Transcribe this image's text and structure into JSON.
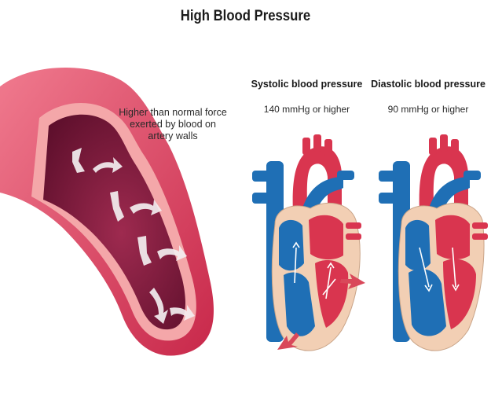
{
  "title": "High Blood Pressure",
  "artery": {
    "caption": "Higher than normal force exerted by blood on artery walls"
  },
  "systolic": {
    "heading": "Systolic blood pressure",
    "value": "140 mmHg or higher"
  },
  "diastolic": {
    "heading": "Diastolic blood pressure",
    "value": "90 mmHg or higher"
  },
  "colors": {
    "artery_outer": "#e0405e",
    "artery_inner": "#7a1838",
    "oxygenated": "#d9354f",
    "deoxygenated": "#1f6fb5",
    "heart_wall": "#f2cfb4",
    "pressure_arrow": "#d9485a"
  }
}
